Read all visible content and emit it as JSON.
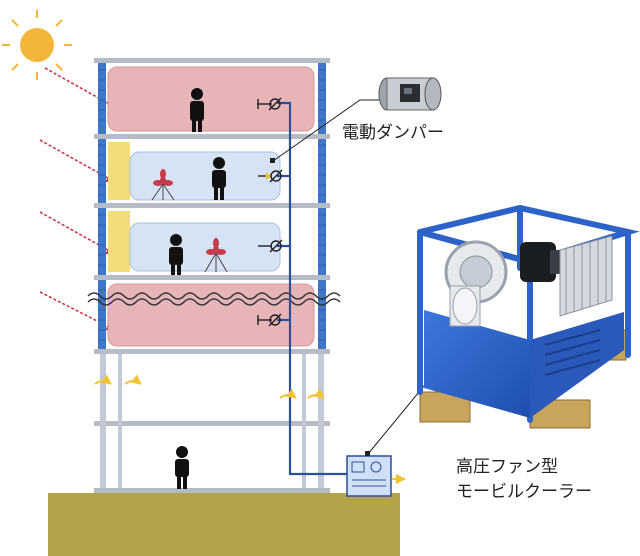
{
  "labels": {
    "damper": "電動ダンパー",
    "cooler_line1": "高圧ファン型",
    "cooler_line2": "モービルクーラー"
  },
  "colors": {
    "sun": "#f4b63a",
    "heat_arrow": "#c63a4a",
    "hot_room": "#e7b4b8",
    "cool_room": "#d6e3f4",
    "slab": "#b5bcc6",
    "column": "#3f77c8",
    "duct": "#2c4f9a",
    "ground": "#b3a34b",
    "airflow": "#f1c232",
    "cooler_frame": "#2d63c8",
    "cooler_body": "#3a6fd4",
    "wood": "#c9a45c"
  },
  "icons": {
    "sun": "sun-icon",
    "person": "person-icon",
    "fan": "fan-icon",
    "damper": "damper-icon",
    "arrow": "heat-arrow-icon"
  }
}
